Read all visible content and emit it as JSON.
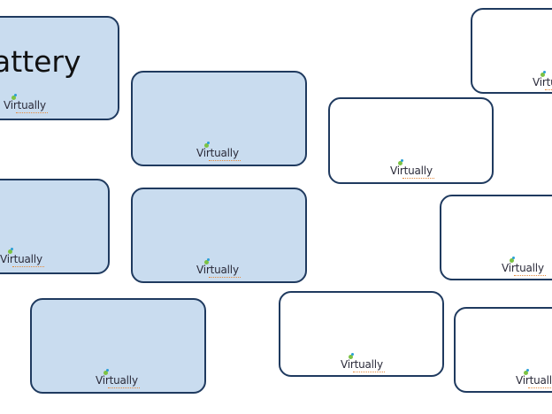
{
  "cards": [
    {
      "id": "card-1",
      "fill": "blue",
      "word": "attery",
      "logo": "Virtually"
    },
    {
      "id": "card-2",
      "fill": "blue",
      "word": "",
      "logo": "Virtually"
    },
    {
      "id": "card-3",
      "fill": "white",
      "word": "",
      "logo": "Virtually"
    },
    {
      "id": "card-4",
      "fill": "white",
      "word": "",
      "logo": "Virtually"
    },
    {
      "id": "card-5",
      "fill": "blue",
      "word": "",
      "logo": "Virtually"
    },
    {
      "id": "card-6",
      "fill": "blue",
      "word": "",
      "logo": "Virtually"
    },
    {
      "id": "card-7",
      "fill": "white",
      "word": "",
      "logo": "Virtually"
    },
    {
      "id": "card-8",
      "fill": "blue",
      "word": "",
      "logo": "Virtually"
    },
    {
      "id": "card-9",
      "fill": "white",
      "word": "",
      "logo": "Virtually"
    },
    {
      "id": "card-10",
      "fill": "white",
      "word": "",
      "logo": "Virtually"
    }
  ],
  "colors": {
    "card_blue": "#c9dcef",
    "card_border": "#1f3a5f",
    "logo_green": "#7cc243",
    "logo_blue": "#2a9fd6"
  },
  "icons": [
    "virtually-logo-icon"
  ]
}
